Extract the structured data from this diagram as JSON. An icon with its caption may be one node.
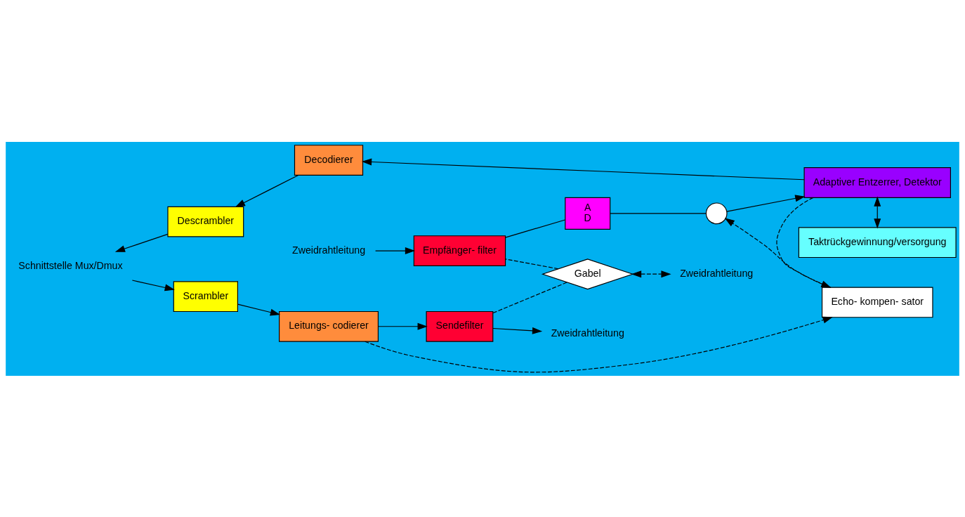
{
  "diagram": {
    "nodes": [
      {
        "text": [
          "Schnittstelle Mux/Dmux"
        ]
      },
      {
        "text": [
          "Scrambler"
        ]
      },
      {
        "text": [
          "Leitungs- codierer"
        ]
      },
      {
        "text": [
          "Sendefilter"
        ]
      },
      {
        "text": [
          "Zweidrahtleitung"
        ]
      },
      {
        "text": [
          "Echo- kompen- sator"
        ]
      },
      {
        "text": [
          "Gabel"
        ]
      },
      {
        "text": [
          "Zweidrahtleitung"
        ]
      },
      {
        "text": [],
        "shape": "circle"
      },
      {
        "text": [
          "A",
          "D"
        ]
      },
      {
        "text": [
          "Empfänger- filter"
        ]
      },
      {
        "text": [
          "Zweidrahtleitung"
        ]
      },
      {
        "text": [
          "Adaptiver Entzerrer, Detektor"
        ]
      },
      {
        "text": [
          "Decodierer"
        ]
      },
      {
        "text": [
          "Descrambler"
        ]
      },
      {
        "text": [
          "Taktrückgewinnung/versorgung"
        ]
      }
    ],
    "edges": [
      {
        "from": 0,
        "to": 1,
        "arrow": "to"
      },
      {
        "from": 1,
        "to": 2,
        "arrow": "to"
      },
      {
        "from": 2,
        "to": 3,
        "arrow": "to"
      },
      {
        "from": 3,
        "to": 4,
        "arrow": "to"
      },
      {
        "from": 2,
        "to": 5,
        "arrow": "to",
        "style": "dashed"
      },
      {
        "from": 12,
        "to": 5,
        "arrow": "to",
        "style": "dashed"
      },
      {
        "from": 5,
        "to": 8,
        "arrow": "to",
        "style": "dashed"
      },
      {
        "from": 3,
        "to": 6,
        "arrow": "none",
        "style": "dashed"
      },
      {
        "from": 6,
        "to": 10,
        "arrow": "none",
        "style": "dashed"
      },
      {
        "from": 6,
        "to": 7,
        "arrow": "both",
        "style": "dashed"
      },
      {
        "from": 11,
        "to": 10,
        "arrow": "to"
      },
      {
        "from": 10,
        "to": 9,
        "arrow": "none"
      },
      {
        "from": 9,
        "to": 8,
        "arrow": "none"
      },
      {
        "from": 8,
        "to": 12,
        "arrow": "to"
      },
      {
        "from": 12,
        "to": 13,
        "arrow": "to"
      },
      {
        "from": 13,
        "to": 14,
        "arrow": "to"
      },
      {
        "from": 14,
        "to": 0,
        "arrow": "to"
      },
      {
        "from": 12,
        "to": 15,
        "arrow": "both"
      }
    ]
  }
}
